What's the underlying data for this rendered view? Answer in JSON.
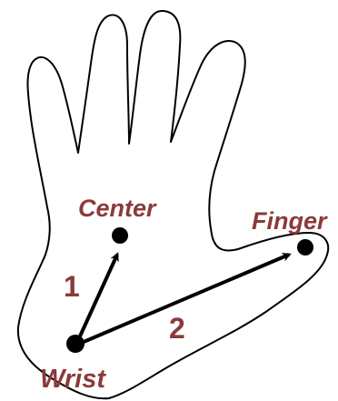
{
  "diagram": {
    "labels": {
      "center": "Center",
      "finger": "Finger",
      "wrist": "Wrist"
    },
    "arrows": {
      "arrow_1": "1",
      "arrow_2": "2"
    },
    "colors": {
      "label": "#8b3a3a",
      "outline": "#000000",
      "point": "#000000",
      "background": "#ffffff"
    }
  }
}
